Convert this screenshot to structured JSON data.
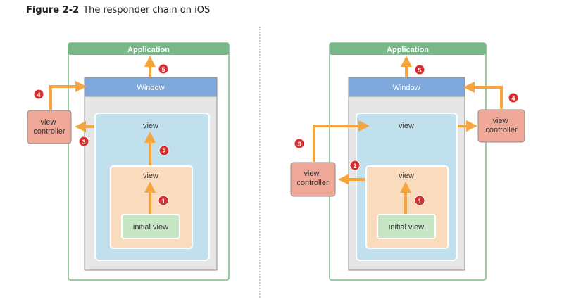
{
  "figure": {
    "number": "Figure 2-2",
    "title": "The responder chain on iOS"
  },
  "colors": {
    "app_border": "#78b888",
    "app_header": "#78b888",
    "window_bar": "#7fa8dc",
    "window_body": "#e6e6e6",
    "outer_view": "#bfe0ec",
    "inner_view": "#fadbbd",
    "initial_view": "#c7e6c4",
    "view_controller": "#f0a898",
    "arrow": "#f5a53c",
    "badge": "#d92e2e"
  },
  "left": {
    "application": "Application",
    "window": "Window",
    "outer_view": "view",
    "inner_view": "view",
    "initial_view": "initial view",
    "view_controller": "view\ncontroller",
    "steps": [
      "1",
      "2",
      "3",
      "4",
      "5"
    ]
  },
  "right": {
    "application": "Application",
    "window": "Window",
    "outer_view": "view",
    "inner_view": "view",
    "initial_view": "initial view",
    "view_controller_inner": "view\ncontroller",
    "view_controller_outer": "view\ncontroller",
    "steps": [
      "1",
      "2",
      "3",
      "4",
      "5"
    ]
  }
}
